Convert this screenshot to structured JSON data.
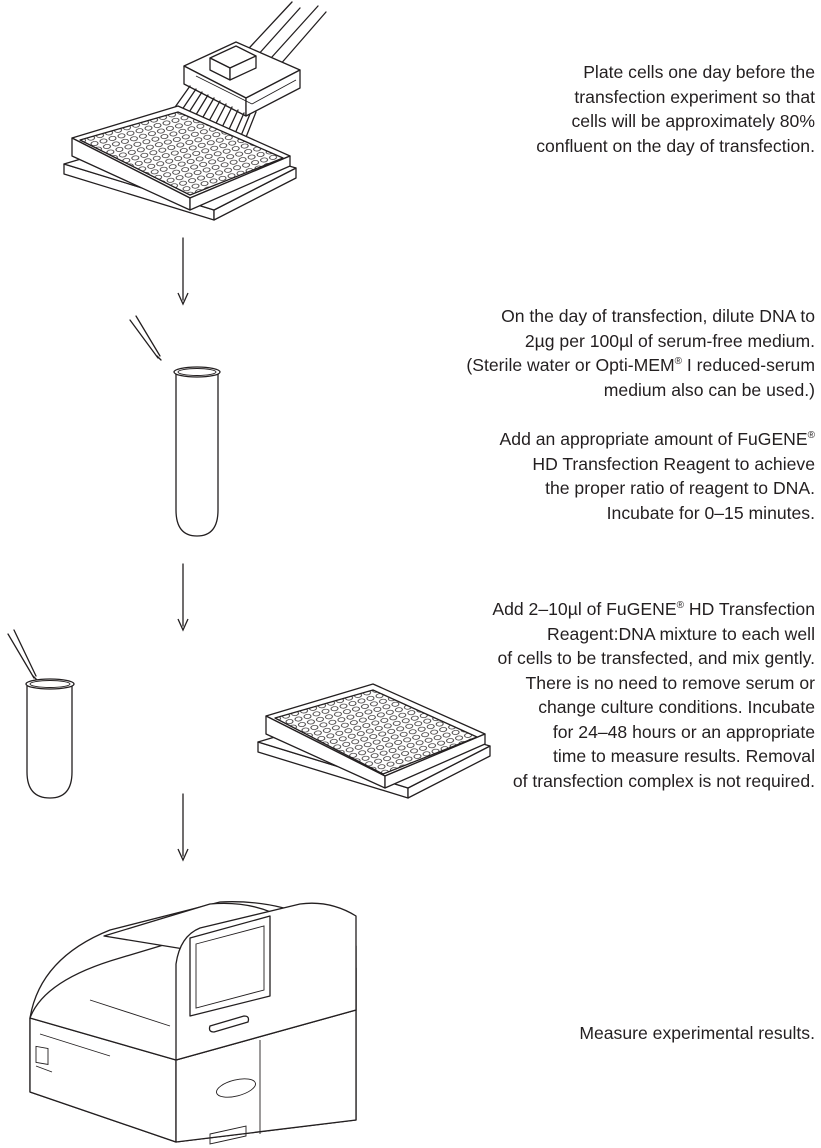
{
  "steps": [
    {
      "lines": [
        "Plate cells one day before the",
        "transfection experiment so that",
        "cells will be approximately 80%",
        "confluent on the day of transfection."
      ]
    },
    {
      "lines": [
        "On the day of transfection, dilute DNA to",
        "2µg per 100µl of serum-free medium.",
        "(Sterile water or Opti-MEM® I reduced-serum",
        "medium also can be used.)"
      ]
    },
    {
      "lines": [
        "Add an appropriate amount of FuGENE®",
        "HD Transfection Reagent to achieve",
        "the proper ratio of reagent to DNA.",
        "Incubate for 0–15 minutes."
      ]
    },
    {
      "lines": [
        "Add 2–10µl of FuGENE® HD Transfection",
        "Reagent:DNA mixture to each well",
        "of cells to be transfected, and mix gently.",
        "There is no need to remove serum or",
        "change culture conditions. Incubate",
        "for 24–48 hours or an appropriate",
        "time to measure results. Removal",
        "of transfection complex is not required."
      ]
    },
    {
      "lines": [
        "Measure experimental results."
      ]
    }
  ],
  "icons": {
    "step1": "multichannel-pipette-over-96-well-plate-icon",
    "step2": "pipette-tip-and-tube-icon",
    "step3": "pipette-tip-tube-and-plate-icon",
    "step4": "luminometer-instrument-icon",
    "arrows": "down-arrow-icon"
  }
}
